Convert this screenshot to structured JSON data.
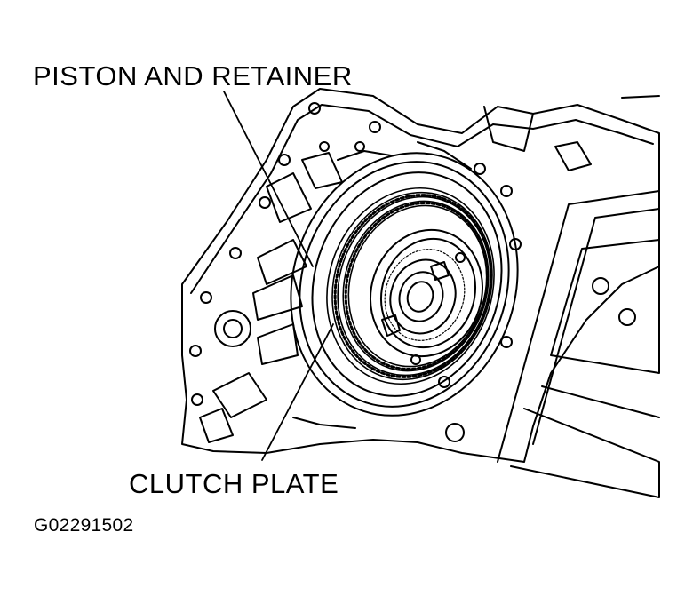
{
  "figure": {
    "callouts": [
      {
        "id": "piston",
        "text": "PISTON AND RETAINER"
      },
      {
        "id": "clutch",
        "text": "CLUTCH PLATE"
      }
    ],
    "figure_code": "G02291502"
  },
  "colors": {
    "ink": "#000000",
    "paper": "#ffffff"
  }
}
